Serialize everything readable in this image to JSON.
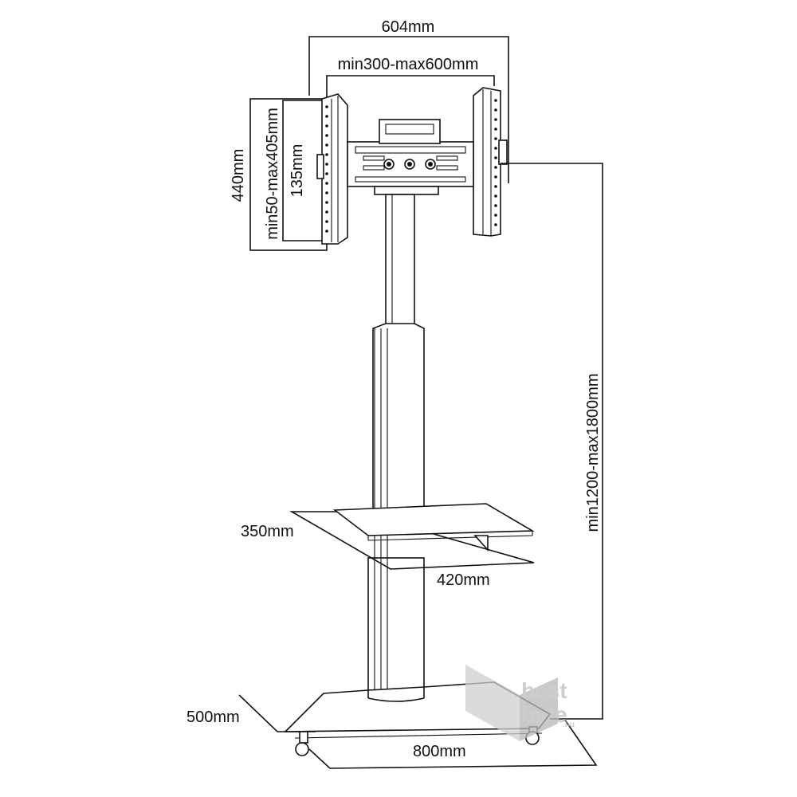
{
  "diagram": {
    "labels": {
      "width_total": "604mm",
      "vesa_width": "min300-max600mm",
      "height_total": "440mm",
      "vesa_height": "min50-max405mm",
      "bracket_height": "135mm",
      "stand_height": "min1200-max1800mm",
      "shelf_depth": "350mm",
      "shelf_width": "420mm",
      "base_depth": "500mm",
      "base_width": "800mm"
    },
    "watermark": {
      "line1": "best",
      "line2": "byte",
      "suffix": ".hu"
    },
    "colors": {
      "line": "#111111",
      "watermark": "#bdbdbd"
    }
  }
}
